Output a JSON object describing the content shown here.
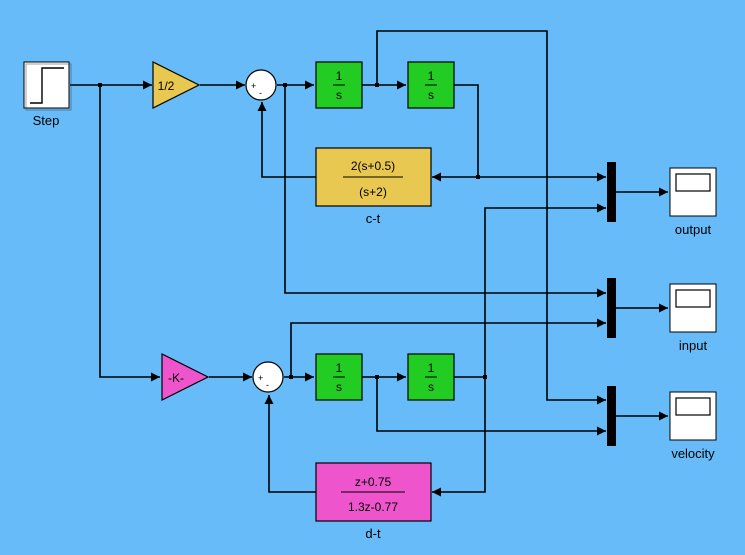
{
  "blocks": {
    "step": {
      "label": "Step"
    },
    "gain_top": {
      "text": "1/2"
    },
    "gain_bottom": {
      "text": "-K-"
    },
    "sum_signs": {
      "plus": "+",
      "minus": "-"
    },
    "integrator": {
      "num": "1",
      "den": "s"
    },
    "ct": {
      "num": "2(s+0.5)",
      "den": "(s+2)",
      "label": "c-t"
    },
    "dt": {
      "num": "z+0.75",
      "den": "1.3z-0.77",
      "label": "d-t"
    },
    "scopes": {
      "output": "output",
      "input": "input",
      "velocity": "velocity"
    }
  },
  "colors": {
    "background": "#66bbf8",
    "integrator": "#22cc22",
    "ct_block": "#e8c850",
    "dt_block": "#ee55cc",
    "gain_top": "#e8c850",
    "gain_bottom": "#ee55cc"
  }
}
